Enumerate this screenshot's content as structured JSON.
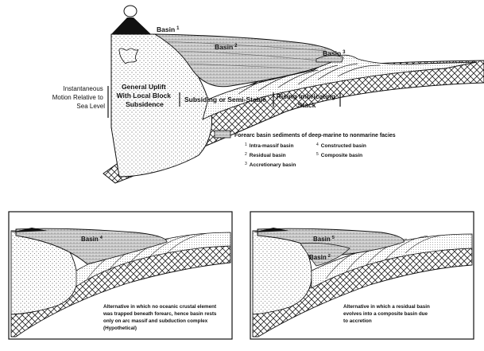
{
  "main_diagram": {
    "basin1_label": "Basin",
    "basin1_num": "1",
    "basin2_label": "Basin",
    "basin2_num": "2",
    "basin3_label": "Basin",
    "basin3_num": "3",
    "motion_label": [
      "Instantaneous",
      "Motion Relative to",
      "Sea Level"
    ],
    "uplift_label": [
      "General Uplift",
      "With Local Block",
      "Subsidence"
    ],
    "subsiding_label": "Subsiding or Semi-Stable",
    "rising_label": [
      "Rising Imbricating",
      "Stack"
    ]
  },
  "legend": {
    "swatch_label": "Forearc basin sediments of deep-marine to nonmarine facies",
    "items_left": [
      {
        "num": "1",
        "text": "Intra-massif basin"
      },
      {
        "num": "2",
        "text": "Residual basin"
      },
      {
        "num": "3",
        "text": "Accretionary basin"
      }
    ],
    "items_right": [
      {
        "num": "4",
        "text": "Constructed basin"
      },
      {
        "num": "5",
        "text": "Composite basin"
      }
    ]
  },
  "panel_left": {
    "basin_label": "Basin",
    "basin_num": "4",
    "caption": [
      "Alternative in which no oceanic crustal element",
      "was trapped beneath forearc, hence basin rests",
      "only on arc massif and subduction complex",
      "(Hypothetical)"
    ]
  },
  "panel_right": {
    "basin_top_label": "Basin",
    "basin_top_num": "5",
    "basin_bottom_label": "Basin",
    "basin_bottom_num": "2",
    "caption": [
      "Alternative in which a residual basin",
      "evolves into a composite basin due",
      "to accretion"
    ]
  }
}
